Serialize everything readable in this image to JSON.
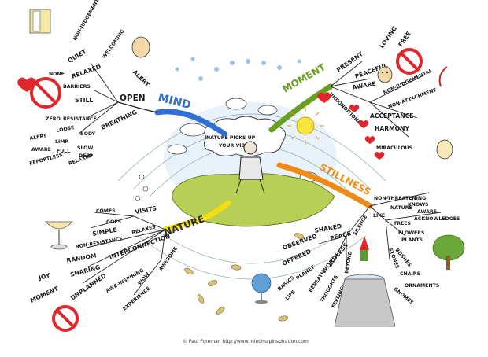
{
  "center_text": {
    "line1": "NATURE PICKS UP",
    "line2": "YOUR VIBES"
  },
  "branches": {
    "mind": {
      "title": "MIND",
      "color": "#2f6fd6",
      "words": [
        "WELCOMING",
        "NON-JUDGEMENTAL",
        "QUIET",
        "ALERT",
        "RELAXED",
        "OPEN",
        "NONE",
        "BARRIERS",
        "STILL",
        "ZERO",
        "RESISTANCE",
        "BREATHING",
        "BODY",
        "LOOSE",
        "ALERT",
        "LIMP",
        "AWARE",
        "FULL",
        "SLOW",
        "EFFORTLESS",
        "DEEP",
        "RELAXED"
      ]
    },
    "moment": {
      "title": "MOMENT",
      "color": "#6aa021",
      "words": [
        "PRESENT",
        "PEACEFUL",
        "LOVING",
        "FREE",
        "AWARE",
        "UNCONDITIONAL",
        "NON-JUDGEMENTAL",
        "NON-ATTACHMENT",
        "ACCEPTANCE",
        "HARMONY",
        "MIRACULOUS"
      ]
    },
    "stillness": {
      "title": "STILLNESS",
      "color": "#f08a16",
      "words": [
        "NON-THREATENING",
        "NATURE",
        "KNOWS",
        "AWARE",
        "ACKNOWLEDGES",
        "LIKE",
        "TREES",
        "FLOWERS",
        "PLANTS",
        "BUSHES",
        "STONES",
        "CHAIRS",
        "ORNAMENTS",
        "GNOMES",
        "SILENCE",
        "SHARED",
        "PEACE",
        "OBSERVED",
        "OFFERED",
        "WORDLESS",
        "PLANET",
        "BASICS",
        "LIFE",
        "BENEATH",
        "THOUGHTS",
        "FEELINGS",
        "BEYOND"
      ]
    },
    "nature": {
      "title": "NATURE",
      "color": "#f2de12",
      "words": [
        "COMES",
        "VISITS",
        "GOES",
        "SIMPLE",
        "RELAXES",
        "NON-RESISTANCE",
        "RANDOM",
        "INTERCONNECTION",
        "JOY",
        "SHARING",
        "MOMENT",
        "UNPLANNED",
        "AWE-INSPIRING",
        "WOW",
        "AWESOME",
        "EXPERIENCE"
      ]
    }
  },
  "credit": "© Paul Foreman http://www.mindmapinspiration.com",
  "colors": {
    "heart": "#e0262b",
    "no_sign": "#e0262b",
    "grass": "#b8cf55",
    "sun": "#f7e43c",
    "sky": "#dbe8f7"
  },
  "icons": [
    "door-icon",
    "face-icon",
    "no-sign-icon",
    "sun-icon",
    "heart-icon",
    "person-icon",
    "cup-icon",
    "globe-icon",
    "tree-icon",
    "gnome-icon",
    "leaf-icon",
    "flower-icon"
  ]
}
